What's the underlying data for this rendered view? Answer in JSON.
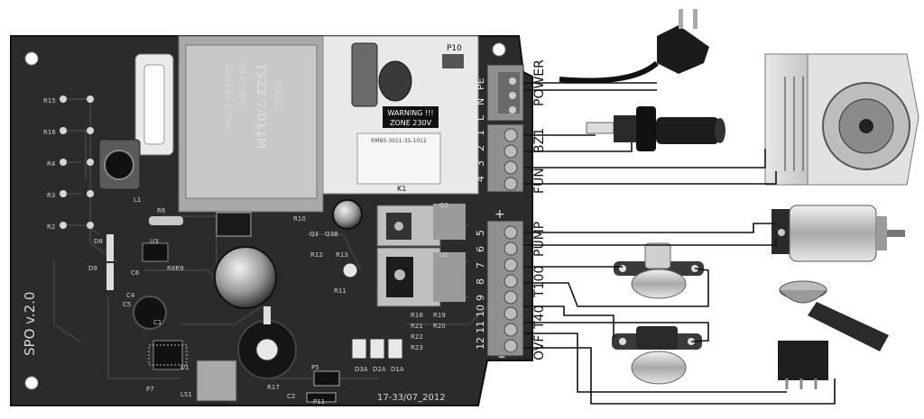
{
  "board": {
    "version": "SPO v.2.0",
    "date_code": "17-33/07_2012",
    "header_label": "P10",
    "warning_line1": "WARNING !!!",
    "warning_line2": "ZONE 230V",
    "transformer_brand": "INDEL",
    "transformer_model": "TSZZ 7/011M",
    "transformer_spec1": "U1=230V",
    "transformer_spec2": "U2=18V-0,39A",
    "relay_label": "K1",
    "relay_text": "RM85-3011-35-1012",
    "plus_mark": "+",
    "minus_mark": "-",
    "terminal_top_labels": [
      "PE",
      "N",
      "L",
      "1",
      "2",
      "3",
      "4"
    ],
    "terminal_bottom_labels": [
      "5",
      "6",
      "7",
      "8",
      "9",
      "10",
      "11",
      "12"
    ],
    "refs": [
      "R15",
      "R16",
      "R4",
      "R3",
      "R2",
      "L1",
      "R6",
      "U3",
      "D8",
      "D9",
      "C6",
      "R8R9",
      "C4",
      "C5",
      "R10",
      "Q3",
      "Q3B",
      "R12",
      "R13",
      "R11",
      "Q2",
      "U2",
      "D3A",
      "D2A",
      "D1A",
      "R18",
      "R21",
      "R22",
      "R23",
      "R19",
      "R20",
      "P5",
      "R17",
      "C2",
      "P11",
      "P7",
      "LS1",
      "U1",
      "C1"
    ]
  },
  "labels": {
    "power": "POWER",
    "bz1": "BZ1",
    "fun": "FUN",
    "pump": "PUMP",
    "t100": "T100",
    "t40": "T40",
    "ovf": "OVF"
  },
  "colors": {
    "pcb": "#2b2b2b",
    "pcb_dark": "#1a1a1a",
    "terminal": "#8d8d8d",
    "transformer": "#bdbdbd",
    "wire": "#111111"
  }
}
